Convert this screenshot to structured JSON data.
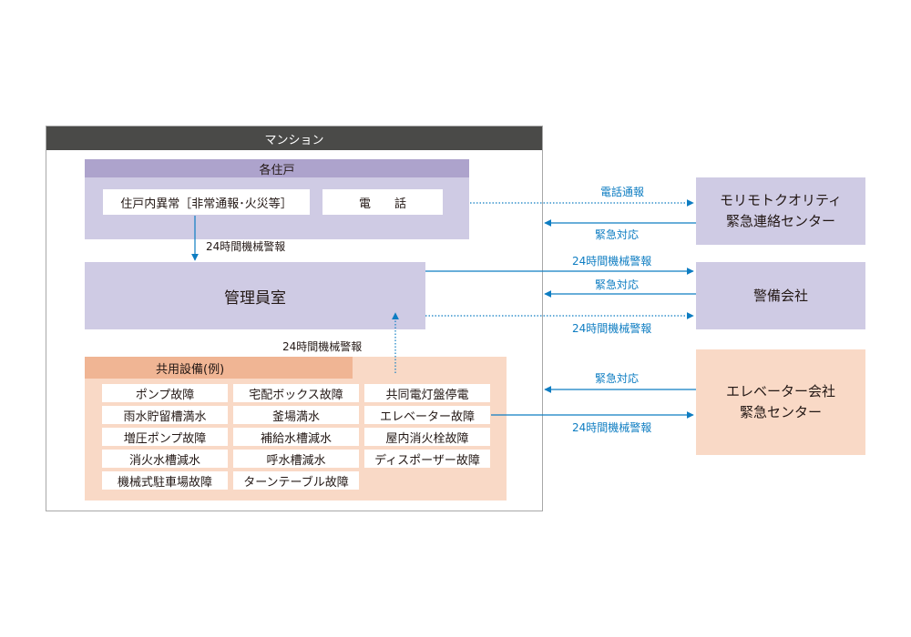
{
  "mansion": {
    "title": "マンション"
  },
  "unit": {
    "title": "各住戸",
    "abnormal": "住戸内異常［非常通報･火災等］",
    "phone": "電　　話"
  },
  "kanri": {
    "title": "管理員室"
  },
  "common": {
    "title": "共用設備(例)",
    "items": [
      "ポンプ故障",
      "宅配ボックス故障",
      "共同電灯盤停電",
      "雨水貯留槽満水",
      "釜場満水",
      "エレベーター故障",
      "増圧ポンプ故障",
      "補給水槽減水",
      "屋内消火栓故障",
      "消火水槽減水",
      "呼水槽減水",
      "ディスポーザー故障",
      "機械式駐車場故障",
      "ターンテーブル故障"
    ]
  },
  "external": {
    "morimoto": {
      "line1": "モリモトクオリティ",
      "line2": "緊急連絡センター"
    },
    "security": {
      "name": "警備会社"
    },
    "elevator": {
      "line1": "エレベーター会社",
      "line2": "緊急センター"
    }
  },
  "labels": {
    "phone_report": "電話通報",
    "emergency": "緊急対応",
    "alarm": "24時間機械警報"
  },
  "colors": {
    "arrow_blue": "#0e7dc2",
    "lavender": "#cfcbe4",
    "lavender_dark": "#ada3cc",
    "peach": "#f9d9c6",
    "peach_dark": "#f0b594",
    "header_gray": "#4a4a48"
  }
}
